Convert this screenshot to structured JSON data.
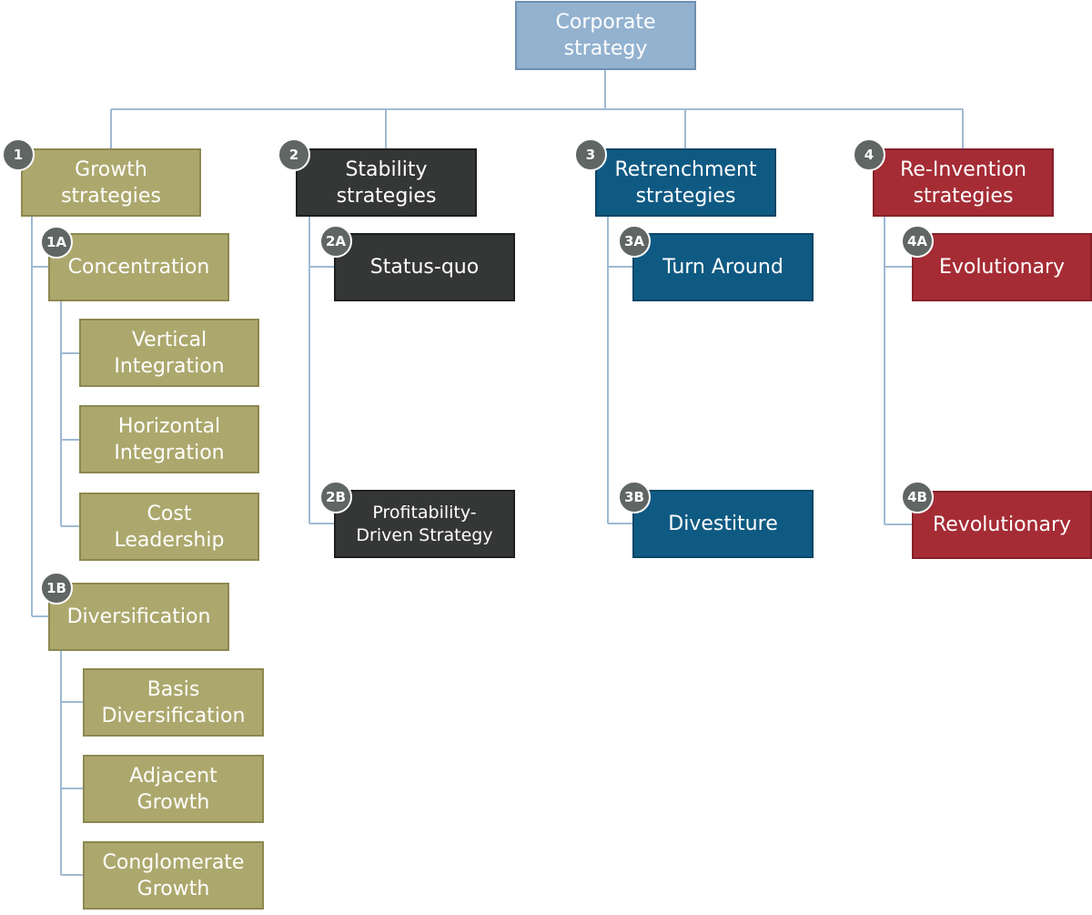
{
  "root": {
    "label": "Corporate\nstrategy"
  },
  "categories": [
    {
      "badge": "1",
      "label": "Growth\nstrategies",
      "color": "#aca86d"
    },
    {
      "badge": "2",
      "label": "Stability\nstrategies",
      "color": "#353636"
    },
    {
      "badge": "3",
      "label": "Retrenchment\nstrategies",
      "color": "#0f5a83"
    },
    {
      "badge": "4",
      "label": "Re-Invention\nstrategies",
      "color": "#a52c35"
    }
  ],
  "subcategories": {
    "s1a": {
      "badge": "1A",
      "label": "Concentration"
    },
    "s1b": {
      "badge": "1B",
      "label": "Diversification"
    },
    "s2a": {
      "badge": "2A",
      "label": "Status-quo"
    },
    "s2b": {
      "badge": "2B",
      "label": "Profitability-\nDriven Strategy"
    },
    "s3a": {
      "badge": "3A",
      "label": "Turn Around"
    },
    "s3b": {
      "badge": "3B",
      "label": "Divestiture"
    },
    "s4a": {
      "badge": "4A",
      "label": "Evolutionary"
    },
    "s4b": {
      "badge": "4B",
      "label": "Revolutionary"
    }
  },
  "leaves": {
    "concentration": [
      "Vertical\nIntegration",
      "Horizontal\nIntegration",
      "Cost\nLeadership"
    ],
    "diversification": [
      "Basis\nDiversification",
      "Adjacent\nGrowth",
      "Conglomerate\nGrowth"
    ]
  },
  "colors": {
    "connector": "#9fbad3",
    "badge": "#606663",
    "root": "#93b2d0"
  }
}
